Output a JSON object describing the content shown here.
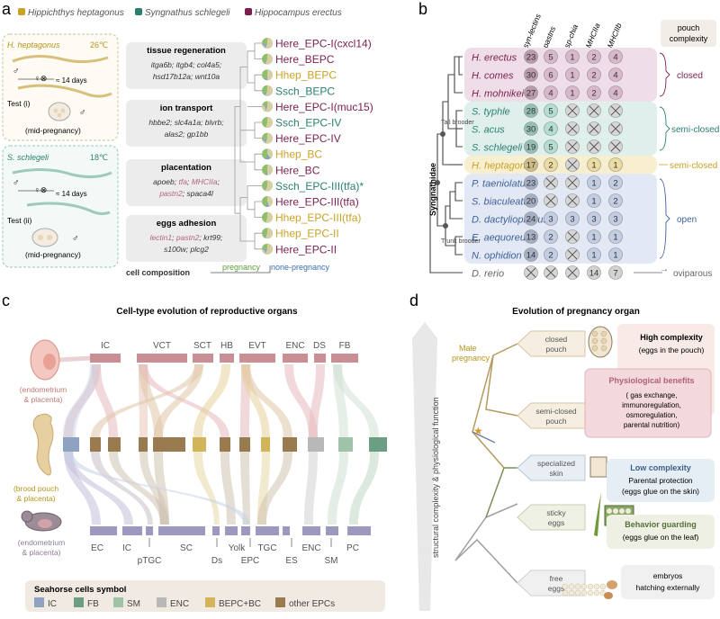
{
  "panel_a": {
    "label": "a",
    "legend": [
      {
        "name": "Hippichthys heptagonus",
        "color": "#c9a227"
      },
      {
        "name": "Syngnathus schlegeli",
        "color": "#2a7f6f"
      },
      {
        "name": "Hippocampus erectus",
        "color": "#7a1f4f"
      }
    ],
    "box1": {
      "species": "H. heptagonus",
      "temp": "26℃",
      "days": "≈ 14 days",
      "test": "Test (i)",
      "stage": "(mid-pregnancy)"
    },
    "box2": {
      "species": "S. schlegeli",
      "temp": "18℃",
      "days": "≈ 14 days",
      "test": "Test (ii)",
      "stage": "(mid-pregnancy)"
    },
    "functions": [
      {
        "title": "tissue regeneration",
        "lines": [
          [
            {
              "t": "itga6b",
              "hl": false
            },
            {
              "t": "; ",
              "hl": false
            },
            {
              "t": "itgb4",
              "hl": false
            },
            {
              "t": "; ",
              "hl": false
            },
            {
              "t": "col4a5",
              "hl": false
            },
            {
              "t": ";",
              "hl": false
            }
          ],
          [
            {
              "t": "hsd17b12a",
              "hl": false
            },
            {
              "t": "; ",
              "hl": false
            },
            {
              "t": "wnt10a",
              "hl": false
            }
          ]
        ]
      },
      {
        "title": "ion transport",
        "lines": [
          [
            {
              "t": "hbbe2",
              "hl": false
            },
            {
              "t": "; ",
              "hl": false
            },
            {
              "t": "slc4a1a",
              "hl": false
            },
            {
              "t": "; ",
              "hl": false
            },
            {
              "t": "blvrb",
              "hl": false
            },
            {
              "t": ";",
              "hl": false
            }
          ],
          [
            {
              "t": "alas2",
              "hl": false
            },
            {
              "t": "; ",
              "hl": false
            },
            {
              "t": "gp1bb",
              "hl": false
            }
          ]
        ]
      },
      {
        "title": "placentation",
        "lines": [
          [
            {
              "t": "apoeb",
              "hl": false
            },
            {
              "t": "; ",
              "hl": false
            },
            {
              "t": "tfa",
              "hl": true
            },
            {
              "t": "; ",
              "hl": false
            },
            {
              "t": "MHCIIa",
              "hl": true
            },
            {
              "t": ";",
              "hl": false
            }
          ],
          [
            {
              "t": "pastn2",
              "hl": true
            },
            {
              "t": "; ",
              "hl": false
            },
            {
              "t": "spaca4l",
              "hl": false
            }
          ]
        ]
      },
      {
        "title": "eggs adhesion",
        "lines": [
          [
            {
              "t": "lectin1",
              "hl": true
            },
            {
              "t": "; ",
              "hl": false
            },
            {
              "t": "pastn2",
              "hl": true
            },
            {
              "t": "; ",
              "hl": false
            },
            {
              "t": "krt99",
              "hl": false
            },
            {
              "t": ";",
              "hl": false
            }
          ],
          [
            {
              "t": "s100w",
              "hl": false
            },
            {
              "t": "; ",
              "hl": false
            },
            {
              "t": "plcg2",
              "hl": false
            }
          ]
        ]
      }
    ],
    "clusters": [
      {
        "label": "Here_EPC-I(cxcl14)",
        "sp": "Here"
      },
      {
        "label": "Here_BEPC",
        "sp": "Here"
      },
      {
        "label": "Hhep_BEPC",
        "sp": "Hhep"
      },
      {
        "label": "Ssch_BEPC",
        "sp": "Ssch"
      },
      {
        "label": "Here_EPC-I(muc15)",
        "sp": "Here"
      },
      {
        "label": "Ssch_EPC-IV",
        "sp": "Ssch"
      },
      {
        "label": "Here_EPC-IV",
        "sp": "Here"
      },
      {
        "label": "Hhep_BC",
        "sp": "Hhep"
      },
      {
        "label": "Here_BC",
        "sp": "Here"
      },
      {
        "label": "Ssch_EPC-III(tfa)*",
        "sp": "Ssch"
      },
      {
        "label": "Here_EPC-III(tfa)",
        "sp": "Here"
      },
      {
        "label": "Hhep_EPC-III(tfa)",
        "sp": "Hhep"
      },
      {
        "label": "Hhep_EPC-II",
        "sp": "Hhep"
      },
      {
        "label": "Here_EPC-II",
        "sp": "Here"
      }
    ],
    "pie_fraction": [
      0.7,
      0.6,
      0.5,
      0.65,
      0.8,
      0.55,
      0.7,
      0.4,
      0.5,
      0.6,
      0.45,
      0.55,
      0.6,
      0.75
    ],
    "cell_composition": "cell composition",
    "pregnancy": "pregnancy",
    "non_pregnancy": "none-pregnancy"
  },
  "panel_b": {
    "label": "b",
    "columns": [
      "syn-lectins",
      "pastns",
      "sp-chia",
      "MHCIIa",
      "MHCIIb"
    ],
    "header": "pouch complexity",
    "rows": [
      {
        "name": "H. erectus",
        "vals": [
          "23",
          "5",
          "1",
          "2",
          "4"
        ],
        "group": "closed"
      },
      {
        "name": "H. comes",
        "vals": [
          "30",
          "6",
          "1",
          "2",
          "4"
        ],
        "group": "closed"
      },
      {
        "name": "H. mohnikei",
        "vals": [
          "27",
          "4",
          "1",
          "2",
          "4"
        ],
        "group": "closed"
      },
      {
        "name": "S. typhle",
        "vals": [
          "28",
          "5",
          "x",
          "x",
          "x"
        ],
        "group": "semi"
      },
      {
        "name": "S. acus",
        "vals": [
          "30",
          "4",
          "x",
          "x",
          "x"
        ],
        "group": "semi"
      },
      {
        "name": "S. schlegeli",
        "vals": [
          "19",
          "5",
          "x",
          "x",
          "x"
        ],
        "group": "semi"
      },
      {
        "name": "H. heptagonus",
        "vals": [
          "17",
          "2",
          "x",
          "1",
          "1"
        ],
        "group": "hh"
      },
      {
        "name": "P. taeniolatus",
        "vals": [
          "23",
          "x",
          "x",
          "1",
          "2"
        ],
        "group": "open"
      },
      {
        "name": "S. biaculeatus",
        "vals": [
          "20",
          "x",
          "x",
          "1",
          "2"
        ],
        "group": "open"
      },
      {
        "name": "D. dactyliophorus",
        "vals": [
          "24",
          "3",
          "3",
          "3",
          "3"
        ],
        "group": "open"
      },
      {
        "name": "E. aequoreus",
        "vals": [
          "13",
          "2",
          "x",
          "1",
          "1"
        ],
        "group": "open"
      },
      {
        "name": "N. ophidion",
        "vals": [
          "14",
          "2",
          "x",
          "1",
          "1"
        ],
        "group": "open"
      },
      {
        "name": "D. rerio",
        "vals": [
          "x",
          "x",
          "x",
          "14",
          "7"
        ],
        "group": "rerio"
      }
    ],
    "groups": {
      "closed": "closed",
      "semi": "semi-closed",
      "hh": "semi-closed",
      "open": "open",
      "rerio": "oviparous"
    },
    "tail_brooder": "Tail brooder",
    "trunk_brooder": "Trunk brooder",
    "family": "Syngnathidae"
  },
  "panel_c": {
    "label": "c",
    "title": "Cell-type evolution of reproductive organs",
    "top_labels": [
      "IC",
      "VCT",
      "SCT",
      "HB",
      "EVT",
      "ENC",
      "DS",
      "FB"
    ],
    "bottom_labels": [
      "EC",
      "IC",
      "SC",
      "Yolk",
      "TGC",
      "ENC",
      "PC"
    ],
    "bottom_sub": [
      "pTGC",
      "Ds",
      "EPC",
      "ES",
      "SM"
    ],
    "organ_top": "(endometrium & placenta)",
    "organ_mid": "(brood pouch & placenta)",
    "organ_bot": "(endometrium & placenta)",
    "legend_title": "Seahorse cells symbol",
    "legend": [
      {
        "name": "IC",
        "color": "#8ea3c2"
      },
      {
        "name": "FB",
        "color": "#6b9e82"
      },
      {
        "name": "SM",
        "color": "#9fc3a8"
      },
      {
        "name": "ENC",
        "color": "#b8b8b8"
      },
      {
        "name": "BEPC+BC",
        "color": "#d2b45a"
      },
      {
        "name": "other EPCs",
        "color": "#9a7b4f"
      }
    ]
  },
  "panel_d": {
    "label": "d",
    "title": "Evolution of pregnancy organ",
    "axis_label": "structural complexity & physiological function",
    "male_pregnancy": "Male pregnancy",
    "stages": [
      {
        "label": "closed pouch"
      },
      {
        "label": "semi-closed pouch"
      },
      {
        "label": "specialized skin"
      },
      {
        "label": "sticky eggs"
      },
      {
        "label": "free eggs"
      }
    ],
    "high": {
      "title": "High complexity",
      "sub": "(eggs in the pouch)"
    },
    "benefits": {
      "title": "Physiological benefits",
      "lines": [
        "( gas exchange,",
        "immunoregulation,",
        "osmoregulation,",
        "parental nutrition)"
      ]
    },
    "low": {
      "title": "Low complexity",
      "sub1": "Parental protection",
      "sub2": "(eggs glue on the skin)"
    },
    "guard": {
      "title": "Behavior guarding",
      "sub": "(eggs glue on the leaf)"
    },
    "free": {
      "line1": "embryos",
      "line2": "hatching externally"
    }
  }
}
